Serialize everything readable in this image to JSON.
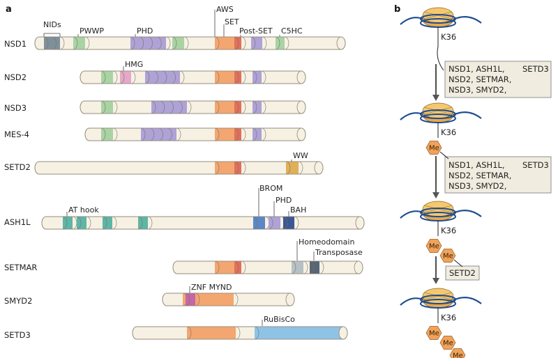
{
  "panels": {
    "a": "a",
    "b": "b"
  },
  "colors": {
    "bar_fill": "#f6f1e3",
    "bar_stroke": "#8d8676",
    "green": "#a9d3a3",
    "purple": "#aea2d6",
    "orange": "#f3a670",
    "red": "#e1705a",
    "gray_blue": "#7f909b",
    "teal": "#5fb5a6",
    "pink": "#e6a8c8",
    "magenta": "#c268a6",
    "blue": "#8ec3e6",
    "brom_blue": "#5b87c7",
    "bah_navy": "#3d5793",
    "ww_gold": "#e0b058",
    "homeo": "#b7c1c5",
    "transposase": "#586574",
    "dna": "#1f4d8f",
    "histone": "#f5c870",
    "me": "#f0a25c"
  },
  "proteins": [
    {
      "name": "NSD1",
      "annotations": [
        "NIDs",
        "PWWP",
        "PHD",
        "AWS",
        "SET",
        "Post-SET",
        "C5HC"
      ]
    },
    {
      "name": "NSD2",
      "annotations": [
        "HMG"
      ]
    },
    {
      "name": "NSD3",
      "annotations": []
    },
    {
      "name": "MES-4",
      "annotations": []
    },
    {
      "name": "SETD2",
      "annotations": [
        "WW"
      ]
    },
    {
      "name": "ASH1L",
      "annotations": [
        "AT hook",
        "BROM",
        "PHD",
        "BAH"
      ]
    },
    {
      "name": "SETMAR",
      "annotations": [
        "Homeodomain",
        "Transposase"
      ]
    },
    {
      "name": "SMYD2",
      "annotations": [
        "ZNF MYND"
      ]
    },
    {
      "name": "SETD3",
      "annotations": [
        "RuBisCo"
      ]
    }
  ],
  "panel_b": {
    "residue": "K36",
    "mark": "Me",
    "steps": [
      {
        "enzymes": [
          "NSD1, ASH1L,",
          "NSD2, SETMAR,",
          "NSD3, SMYD2,"
        ],
        "extra": "SETD3"
      },
      {
        "enzymes": [
          "NSD1, ASH1L,",
          "NSD2, SETMAR,",
          "NSD3, SMYD2,"
        ],
        "extra": "SETD3"
      },
      {
        "enzymes": [
          "SETD2"
        ],
        "extra": ""
      }
    ]
  }
}
